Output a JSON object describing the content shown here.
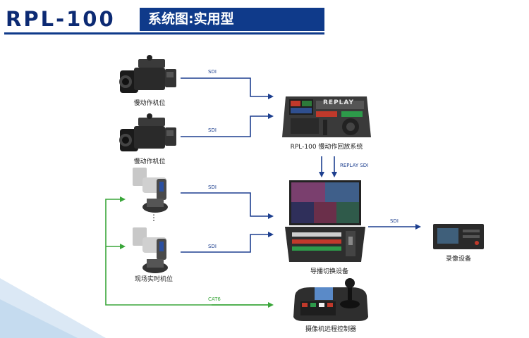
{
  "header": {
    "brand": "RPL-100",
    "title": "系统图:实用型"
  },
  "colors": {
    "primary": "#0f3a8a",
    "arrow_blue": "#1d3f8f",
    "arrow_green": "#3aa63a",
    "label_blue": "#1d3f8f",
    "label_green": "#3aa63a"
  },
  "devices": {
    "slowmo_camera_1": "慢动作机位",
    "slowmo_camera_2": "慢动作机位",
    "ptz_dots": "⋮",
    "ptz_cameras": "现场实时机位",
    "replay_system": "RPL-100 慢动作回放系统",
    "switcher": "导播切换设备",
    "recorder": "录像设备",
    "ptz_controller": "摄像机远程控制器",
    "replay_panel_text": "REPLAY"
  },
  "connections": {
    "sdi_1": "SDI",
    "sdi_2": "SDI",
    "sdi_3": "SDI",
    "sdi_4": "SDI",
    "replay_sdi": "REPLAY SDI",
    "sdi_out": "SDI",
    "cat6": "CAT6"
  }
}
